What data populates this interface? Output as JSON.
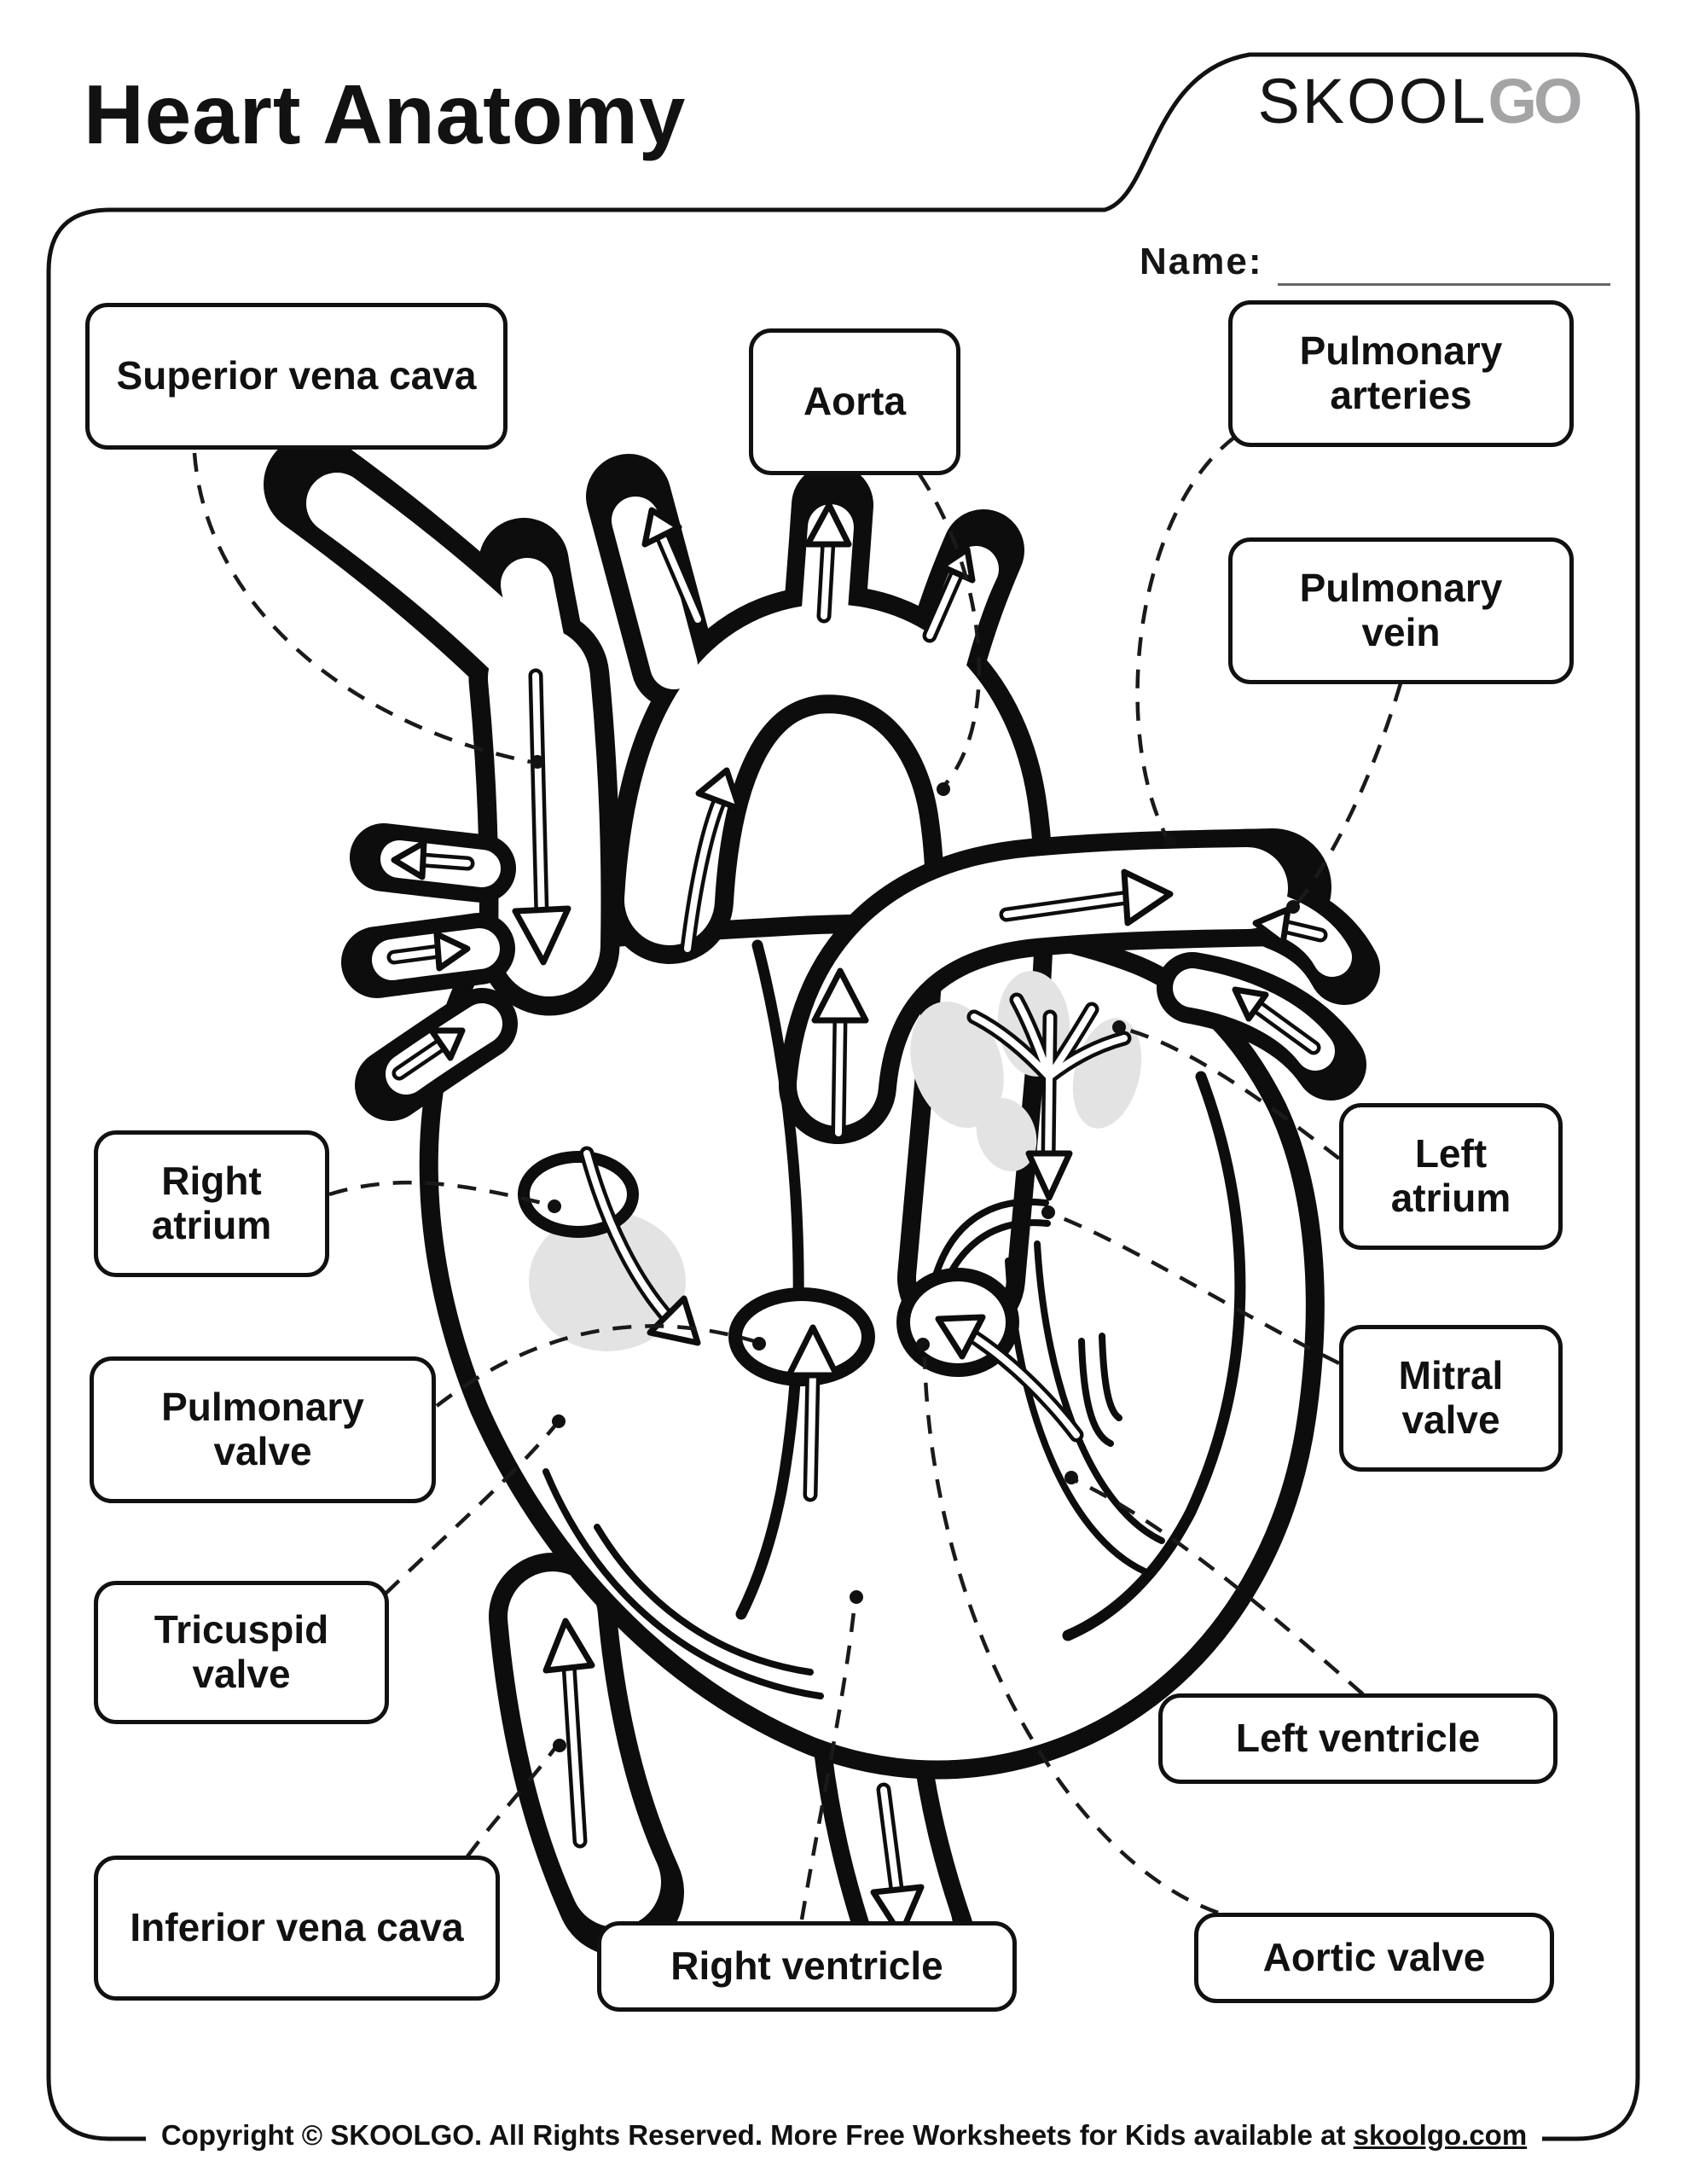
{
  "header": {
    "title": "Heart Anatomy",
    "logo": {
      "part1": "SKOOL",
      "part2": "GO",
      "accent_color": "#a3a4a6"
    },
    "name_label": "Name:"
  },
  "labels": {
    "superior_vena_cava": "Superior vena cava",
    "aorta": "Aorta",
    "pulmonary_arteries": "Pulmonary arteries",
    "pulmonary_vein": "Pulmonary vein",
    "right_atrium": "Right atrium",
    "pulmonary_valve": "Pulmonary valve",
    "tricuspid_valve": "Tricuspid valve",
    "inferior_vena_cava": "Inferior vena cava",
    "right_ventricle": "Right ventricle",
    "aortic_valve": "Aortic valve",
    "left_ventricle": "Left ventricle",
    "mitral_valve": "Mitral valve",
    "left_atrium": "Left atrium"
  },
  "footer": {
    "text_before_link": "Copyright © SKOOLGO. All Rights Reserved. More Free Worksheets for Kids available at ",
    "link": "skoolgo.com"
  }
}
